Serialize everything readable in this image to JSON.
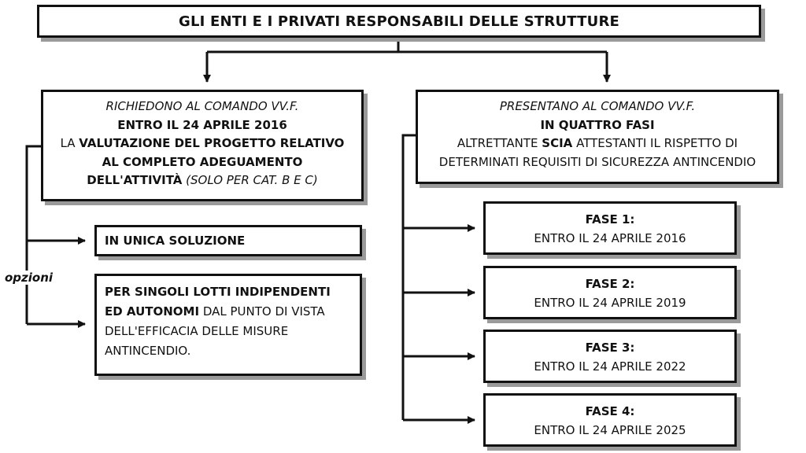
{
  "title": "GLI ENTI E I PRIVATI RESPONSABILI DELLE STRUTTURE",
  "left_box": {
    "line1": "RICHIEDONO AL COMANDO VV.F.",
    "line2": "ENTRO IL 24 APRILE 2016",
    "line3_pre": "LA ",
    "line3_bold": "VALUTAZIONE DEL PROGETTO RELATIVO",
    "line4": "AL COMPLETO ADEGUAMENTO",
    "line5_bold": "DELL'ATTIVITÀ",
    "line5_italic": " (SOLO PER CAT. B E C)"
  },
  "right_box": {
    "line1": "PRESENTANO AL COMANDO VV.F.",
    "line2": "IN QUATTRO FASI",
    "line3_pre": "ALTRETTANTE ",
    "line3_bold": "SCIA",
    "line3_post": " ATTESTANTI IL RISPETTO DI",
    "line4": "DETERMINATI REQUISITI DI SICUREZZA ANTINCENDIO"
  },
  "options_label": "opzioni",
  "option1": "IN UNICA SOLUZIONE",
  "option2": {
    "bold1": "PER SINGOLI LOTTI INDIPENDENTI",
    "bold2": "ED AUTONOMI",
    "rest2": " DAL PUNTO DI VISTA",
    "line3": "DELL'EFFICACIA DELLE MISURE",
    "line4": "ANTINCENDIO."
  },
  "phases": [
    {
      "label": "FASE 1:",
      "date": "ENTRO IL 24 APRILE 2016"
    },
    {
      "label": "FASE 2:",
      "date": "ENTRO IL 24 APRILE 2019"
    },
    {
      "label": "FASE 3:",
      "date": "ENTRO IL 24 APRILE 2022"
    },
    {
      "label": "FASE 4:",
      "date": "ENTRO IL 24 APRILE 2025"
    }
  ]
}
